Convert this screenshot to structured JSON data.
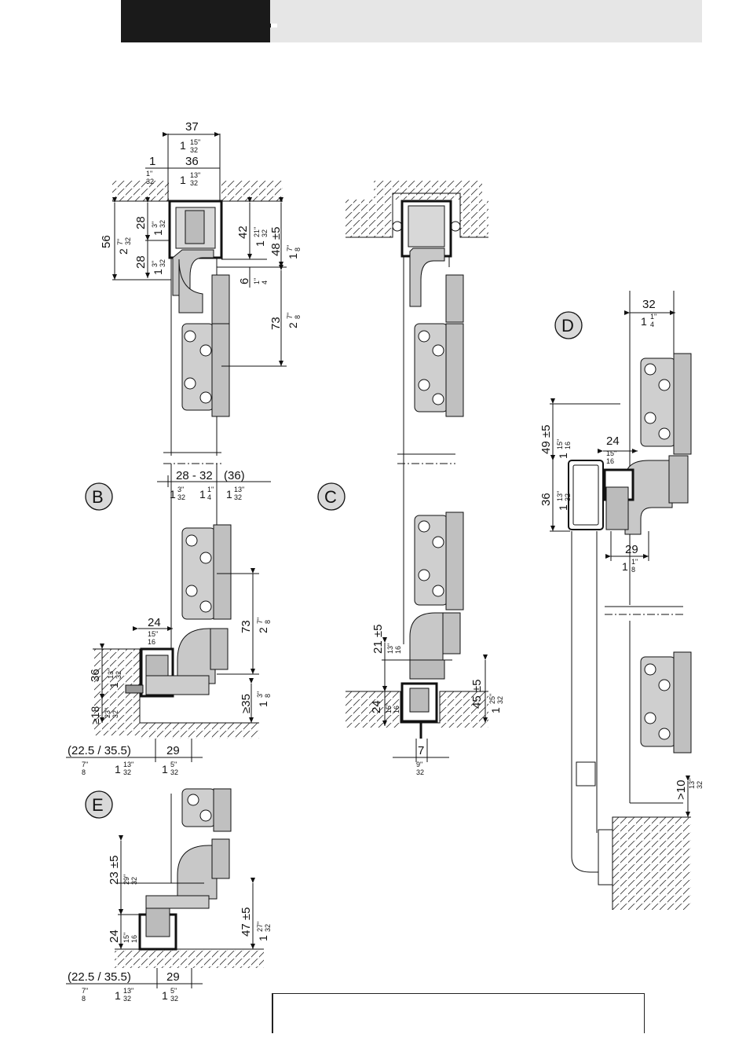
{
  "variants": [
    {
      "id": "b",
      "letter": "B"
    },
    {
      "id": "c",
      "letter": "C"
    },
    {
      "id": "d",
      "letter": "D"
    },
    {
      "id": "e",
      "letter": "E"
    }
  ],
  "dimensions": {
    "a_37": "37",
    "a_1_15_32": "1",
    "a_15_32_num": "15\"",
    "a_15_32_den": "32",
    "a_1": "1",
    "a_1_32_num": "1\"",
    "a_1_32_den": "32",
    "a_36": "36",
    "a_1_13_32": "1",
    "a_13_32_num": "13\"",
    "a_13_32_den": "32",
    "a_56": "56",
    "a_2_7_32": "2",
    "a_7_32_num": "7\"",
    "a_7_32_den": "32",
    "a_28a": "28",
    "a_1_3_32a": "1",
    "a_3_32a_num": "3\"",
    "a_3_32a_den": "32",
    "a_28b": "28",
    "a_1_3_32b": "1",
    "a_3_32b_num": "3\"",
    "a_3_32b_den": "32",
    "a_42": "42",
    "a_1_21_32": "1",
    "a_21_32_num": "21\"",
    "a_21_32_den": "32",
    "a_48": "48 ±5",
    "a_1_7_8": "1",
    "a_7_8_num": "7\"",
    "a_7_8_den": "8",
    "a_6": "6",
    "a_1_4_num": "1\"",
    "a_1_4_den": "4",
    "a_73": "73",
    "a_2_7_8": "2",
    "a_2_7_8_num": "7\"",
    "a_2_7_8_den": "8",
    "b_28_32": "28 - 32",
    "b_36p": "(36)",
    "b_1a": "1",
    "b_3_32_num": "3\"",
    "b_3_32_den": "32",
    "b_1b": "1",
    "b_1_4_num": "1\"",
    "b_1_4_den": "4",
    "b_1c": "1",
    "b_13_32_num": "13\"",
    "b_13_32_den": "32",
    "b_73": "73",
    "b_2_7_8": "2",
    "b_7_8_num": "7\"",
    "b_7_8_den": "8",
    "b_24": "24",
    "b_15_16_num": "15\"",
    "b_15_16_den": "16",
    "b_36": "36",
    "b_1_13_32": "1",
    "b_13_32b_num": "13\"",
    "b_13_32b_den": "32",
    "b_18": "≥18",
    "b_23_32_num": "23\"",
    "b_23_32_den": "32",
    "b_35": "≥35",
    "b_1_3_8": "1",
    "b_3_8_num": "3\"",
    "b_3_8_den": "8",
    "b_22": "(22.5 / 35.5)",
    "b_29": "29",
    "b_7_8b_num": "7\"",
    "b_7_8b_den": "8",
    "b_1d": "1",
    "b_13_32c_num": "13\"",
    "b_13_32c_den": "32",
    "b_1e": "1",
    "b_5_32_num": "5\"",
    "b_5_32_den": "32",
    "c_21": "21 ±5",
    "c_13_16_num": "13\"",
    "c_13_16_den": "16",
    "c_24": "24",
    "c_15_16_num": "15\"",
    "c_15_16_den": "16",
    "c_45": "45 ±5",
    "c_1_25_32": "1",
    "c_25_32_num": "25\"",
    "c_25_32_den": "32",
    "c_7": "7",
    "c_9_32_num": "9\"",
    "c_9_32_den": "32",
    "d_32": "32",
    "d_1_1_4": "1",
    "d_1_4_num": "1\"",
    "d_1_4_den": "4",
    "d_49": "49 ±5",
    "d_1_15_16": "1",
    "d_15_16_num": "15\"",
    "d_15_16_den": "16",
    "d_24": "24",
    "d_15_16b_num": "15\"",
    "d_15_16b_den": "16",
    "d_36": "36",
    "d_1_13_32": "1",
    "d_13_32_num": "13\"",
    "d_13_32_den": "32",
    "d_29": "29",
    "d_1_1_8": "1",
    "d_1_8_num": "1\"",
    "d_1_8_den": "8",
    "d_10": ">10",
    "d_13_32b_num": "13\"",
    "d_13_32b_den": "32",
    "e_23": "23 ±5",
    "e_29_32_num": "29\"",
    "e_29_32_den": "32",
    "e_47": "47 ±5",
    "e_1_27_32": "1",
    "e_27_32_num": "27\"",
    "e_27_32_den": "32",
    "e_24": "24",
    "e_15_16_num": "15\"",
    "e_15_16_den": "16",
    "e_22": "(22.5 / 35.5)",
    "e_29": "29",
    "e_7_8_num": "7\"",
    "e_7_8_den": "8",
    "e_1a": "1",
    "e_13_32_num": "13\"",
    "e_13_32_den": "32",
    "e_1b": "1",
    "e_5_32_num": "5\"",
    "e_5_32_den": "32"
  }
}
